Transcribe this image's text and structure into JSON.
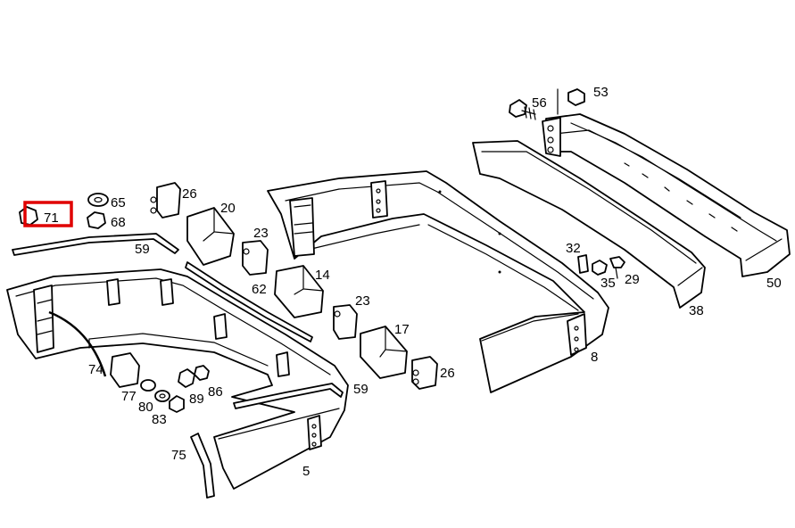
{
  "highlight": {
    "part": "71",
    "color": "#e00000"
  },
  "callouts": [
    {
      "id": "c-71",
      "text": "71"
    },
    {
      "id": "c-65",
      "text": "65"
    },
    {
      "id": "c-68",
      "text": "68"
    },
    {
      "id": "c-26a",
      "text": "26"
    },
    {
      "id": "c-20",
      "text": "20"
    },
    {
      "id": "c-23a",
      "text": "23"
    },
    {
      "id": "c-59a",
      "text": "59"
    },
    {
      "id": "c-62",
      "text": "62"
    },
    {
      "id": "c-14",
      "text": "14"
    },
    {
      "id": "c-23b",
      "text": "23"
    },
    {
      "id": "c-17",
      "text": "17"
    },
    {
      "id": "c-26b",
      "text": "26"
    },
    {
      "id": "c-56",
      "text": "56"
    },
    {
      "id": "c-53",
      "text": "53"
    },
    {
      "id": "c-32",
      "text": "32"
    },
    {
      "id": "c-35",
      "text": "35"
    },
    {
      "id": "c-29",
      "text": "29"
    },
    {
      "id": "c-50",
      "text": "50"
    },
    {
      "id": "c-38",
      "text": "38"
    },
    {
      "id": "c-8",
      "text": "8"
    },
    {
      "id": "c-74",
      "text": "74"
    },
    {
      "id": "c-77",
      "text": "77"
    },
    {
      "id": "c-80",
      "text": "80"
    },
    {
      "id": "c-83",
      "text": "83"
    },
    {
      "id": "c-89",
      "text": "89"
    },
    {
      "id": "c-86",
      "text": "86"
    },
    {
      "id": "c-59b",
      "text": "59"
    },
    {
      "id": "c-75",
      "text": "75"
    },
    {
      "id": "c-5",
      "text": "5"
    }
  ]
}
